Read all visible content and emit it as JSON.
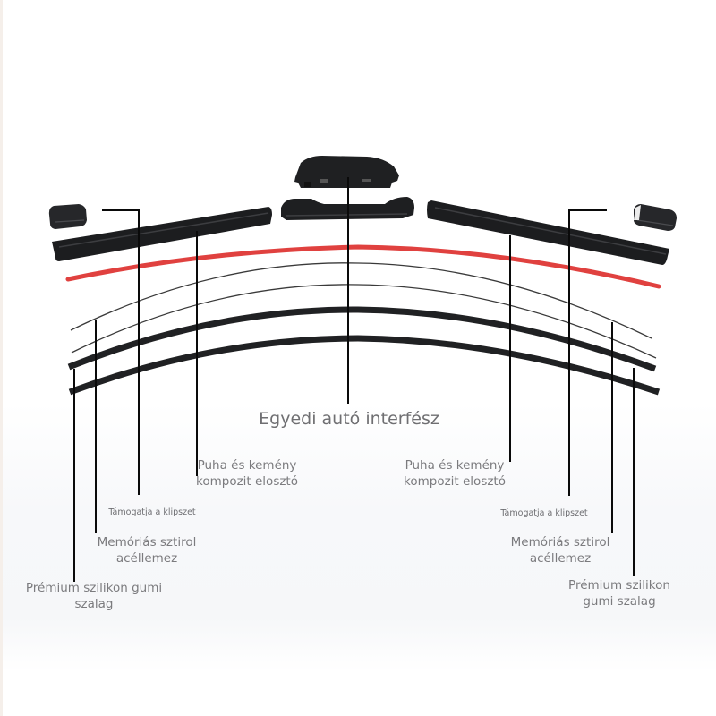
{
  "diagram": {
    "subject": "wiper blade exploded view",
    "colors": {
      "background": "#ffffff",
      "parts_dark": "#1e1f21",
      "red_strip": "#e0413f",
      "steel_line": "#3a3a3a",
      "leader_line": "#0a0a0a",
      "label_text": "#7b7b7e"
    },
    "center_label": "Egyedi autó interfész",
    "labels_left": [
      {
        "id": "spoiler",
        "text_line1": "Puha és kemény",
        "text_line2": "kompozit elosztó"
      },
      {
        "id": "clip",
        "text": "Támogatja a klipszet"
      },
      {
        "id": "steel",
        "text_line1": "Memóriás sztirol",
        "text_line2": "acéllemez"
      },
      {
        "id": "rubber",
        "text_line1": "Prémium szilikon gumi",
        "text_line2": "szalag"
      }
    ],
    "labels_right": [
      {
        "id": "spoiler",
        "text_line1": "Puha és kemény",
        "text_line2": "kompozit elosztó"
      },
      {
        "id": "clip",
        "text": "Támogatja a klipszet"
      },
      {
        "id": "steel",
        "text_line1": "Memóriás sztirol",
        "text_line2": "acéllemez"
      },
      {
        "id": "rubber",
        "text_line1": "Prémium szilikon",
        "text_line2": "gumi szalag"
      }
    ],
    "parts": [
      "center-connector-adapter",
      "center-cover",
      "left-spoiler",
      "right-spoiler",
      "left-end-cap",
      "right-end-cap",
      "red-strip",
      "steel-spring-upper",
      "steel-spring-lower",
      "rubber-strip-upper",
      "rubber-strip-lower"
    ]
  }
}
